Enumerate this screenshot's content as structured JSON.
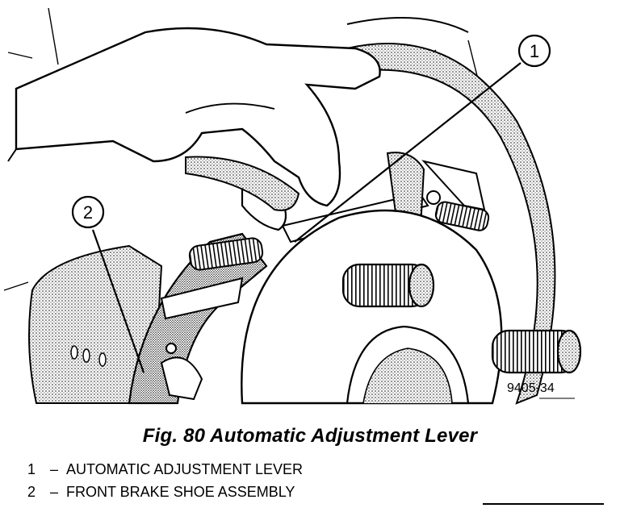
{
  "figure": {
    "caption": "Fig. 80 Automatic Adjustment Lever",
    "drawing_number": "9405-34"
  },
  "callouts": [
    {
      "number": "1",
      "description": "AUTOMATIC ADJUSTMENT LEVER"
    },
    {
      "number": "2",
      "description": "FRONT BRAKE SHOE ASSEMBLY"
    }
  ],
  "legend_separator": "–"
}
